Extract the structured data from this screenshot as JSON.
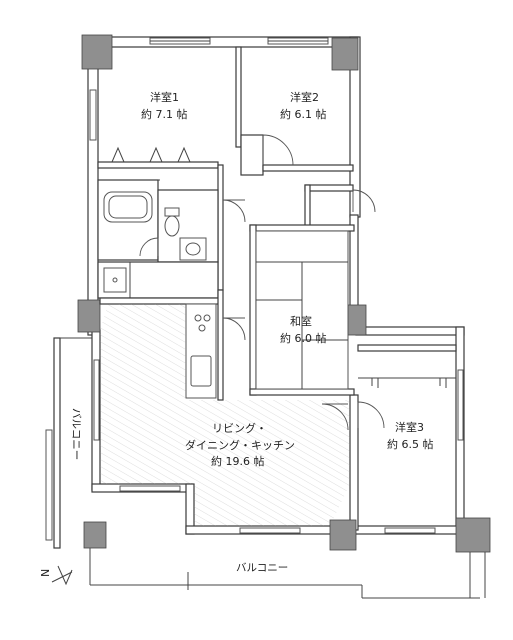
{
  "rooms": {
    "western1": {
      "name": "洋室1",
      "area": "約 7.1 帖"
    },
    "western2": {
      "name": "洋室2",
      "area": "約 6.1 帖"
    },
    "japanese": {
      "name": "和室",
      "area": "約 6.0 帖"
    },
    "western3": {
      "name": "洋室3",
      "area": "約 6.5 帖"
    },
    "ldk": {
      "line1": "リビング・",
      "line2": "ダイニング・キッチン",
      "area": "約 19.6 帖"
    }
  },
  "balcony_west": "バルコニー",
  "balcony_south": "バルコニー",
  "compass": "N"
}
